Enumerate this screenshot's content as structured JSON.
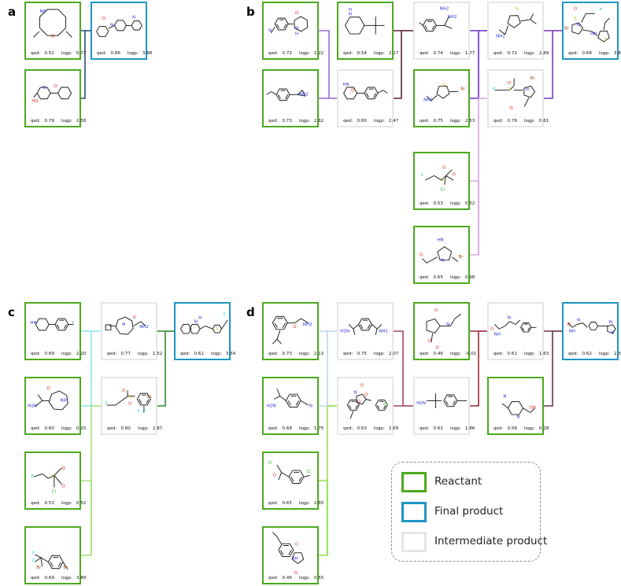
{
  "panels": [
    {
      "letter": "a"
    },
    {
      "letter": "b"
    },
    {
      "letter": "c"
    },
    {
      "letter": "d"
    }
  ],
  "prop_labels": {
    "qed": "qed:",
    "logp": "logp:"
  },
  "colors": {
    "reactant": "#4caa1e",
    "final": "#1f95c4",
    "intermediate": "#e6e6e6"
  },
  "molecules": {
    "a": [
      {
        "id": "a1",
        "role": "reactant",
        "qed": "0.52",
        "logp": "0.77",
        "atoms": [
          "NH",
          "O"
        ]
      },
      {
        "id": "a2",
        "role": "reactant",
        "qed": "0.79",
        "logp": "2.58",
        "atoms": [
          "HO",
          "N",
          "O"
        ]
      },
      {
        "id": "a3",
        "role": "final",
        "qed": "0.86",
        "logp": "3.88",
        "atoms": [
          "O",
          "N",
          "N"
        ]
      }
    ],
    "b": [
      {
        "id": "b1",
        "role": "reactant",
        "qed": "0.72",
        "logp": "1.22",
        "atoms": [
          "N",
          "O",
          "N",
          "H"
        ]
      },
      {
        "id": "b2",
        "role": "reactant",
        "qed": "0.73",
        "logp": "2.62",
        "atoms": [
          "NH2"
        ]
      },
      {
        "id": "b3",
        "role": "intermediate",
        "qed": "0.80",
        "logp": "2.47",
        "atoms": [
          "HN",
          "O"
        ]
      },
      {
        "id": "b4",
        "role": "reactant",
        "qed": "0.54",
        "logp": "2.17",
        "atoms": [
          "H",
          "N"
        ]
      },
      {
        "id": "b5",
        "role": "intermediate",
        "qed": "0.74",
        "logp": "1.77",
        "atoms": [
          "NH2",
          "NH2"
        ]
      },
      {
        "id": "b6",
        "role": "reactant",
        "qed": "0.75",
        "logp": "2.53",
        "atoms": [
          "S",
          "NH2",
          "Br"
        ]
      },
      {
        "id": "b7",
        "role": "reactant",
        "qed": "0.53",
        "logp": "0.52",
        "atoms": [
          "F",
          "S",
          "O",
          "O",
          "Cl"
        ]
      },
      {
        "id": "b8",
        "role": "reactant",
        "qed": "0.65",
        "logp": "0.98",
        "atoms": [
          "HN",
          "O",
          "N",
          "Br"
        ]
      },
      {
        "id": "b9",
        "role": "intermediate",
        "qed": "0.72",
        "logp": "2.89",
        "atoms": [
          "S",
          "NH2"
        ]
      },
      {
        "id": "b10",
        "role": "intermediate",
        "qed": "0.76",
        "logp": "0.61",
        "atoms": [
          "F",
          "S",
          "O",
          "N",
          "Br",
          "O"
        ]
      },
      {
        "id": "b11",
        "role": "final",
        "qed": "0.68",
        "logp": "3.83",
        "atoms": [
          "O",
          "F",
          "S",
          "Br",
          "N",
          "HN",
          "S"
        ]
      }
    ],
    "c": [
      {
        "id": "c1",
        "role": "reactant",
        "qed": "0.69",
        "logp": "2.20",
        "atoms": [
          "HN",
          "F"
        ]
      },
      {
        "id": "c2",
        "role": "reactant",
        "qed": "0.60",
        "logp": "0.25",
        "atoms": [
          "O",
          "H2N",
          "NH"
        ]
      },
      {
        "id": "c3",
        "role": "reactant",
        "qed": "0.53",
        "logp": "0.52",
        "atoms": [
          "F",
          "S",
          "O",
          "O",
          "Cl"
        ]
      },
      {
        "id": "c4",
        "role": "reactant",
        "qed": "0.69",
        "logp": "3.89",
        "atoms": [
          "F",
          "F",
          "Br",
          "Br"
        ]
      },
      {
        "id": "c5",
        "role": "intermediate",
        "qed": "0.77",
        "logp": "1.52",
        "atoms": [
          "N",
          "O",
          "NH2"
        ]
      },
      {
        "id": "c6",
        "role": "intermediate",
        "qed": "0.80",
        "logp": "2.87",
        "atoms": [
          "F",
          "O",
          "S",
          "O",
          "Br",
          "F",
          "F"
        ]
      },
      {
        "id": "c7",
        "role": "final",
        "qed": "0.62",
        "logp": "3.64",
        "atoms": [
          "N",
          "H",
          "S",
          "F"
        ]
      }
    ],
    "d": [
      {
        "id": "d1",
        "role": "reactant",
        "qed": "0.73",
        "logp": "2.13",
        "atoms": [
          "O",
          "NH2"
        ]
      },
      {
        "id": "d2",
        "role": "reactant",
        "qed": "0.68",
        "logp": "1.75",
        "atoms": [
          "H2N",
          "N"
        ]
      },
      {
        "id": "d3",
        "role": "reactant",
        "qed": "0.65",
        "logp": "2.65",
        "atoms": [
          "Cl",
          "O",
          "Cl"
        ]
      },
      {
        "id": "d4",
        "role": "reactant",
        "qed": "0.46",
        "logp": "0.55",
        "atoms": [
          "O",
          "NH",
          "O"
        ]
      },
      {
        "id": "d5",
        "role": "intermediate",
        "qed": "0.75",
        "logp": "2.07",
        "atoms": [
          "H2N",
          "NH2"
        ]
      },
      {
        "id": "d6",
        "role": "intermediate",
        "qed": "0.63",
        "logp": "2.69",
        "atoms": [
          "O",
          "N",
          "O",
          "O",
          "Cl"
        ]
      },
      {
        "id": "d7",
        "role": "reactant",
        "qed": "0.46",
        "logp": "-0.01",
        "atoms": [
          "O",
          "N",
          "O",
          "O"
        ]
      },
      {
        "id": "d8",
        "role": "intermediate",
        "qed": "0.62",
        "logp": "1.86",
        "atoms": [
          "H2N"
        ]
      },
      {
        "id": "d9",
        "role": "intermediate",
        "qed": "0.61",
        "logp": "1.63",
        "atoms": [
          "O",
          "NH",
          "N"
        ]
      },
      {
        "id": "d10",
        "role": "reactant",
        "qed": "0.58",
        "logp": "0.28",
        "atoms": [
          "N",
          "N",
          "OH"
        ]
      },
      {
        "id": "d11",
        "role": "final",
        "qed": "0.62",
        "logp": "2.34",
        "atoms": [
          "O",
          "NH",
          "N",
          "N",
          "N"
        ]
      }
    ]
  },
  "legend": [
    {
      "role": "reactant",
      "label": "Reactant"
    },
    {
      "role": "final",
      "label": "Final product"
    },
    {
      "role": "intermediate",
      "label": "Intermediate product"
    }
  ]
}
